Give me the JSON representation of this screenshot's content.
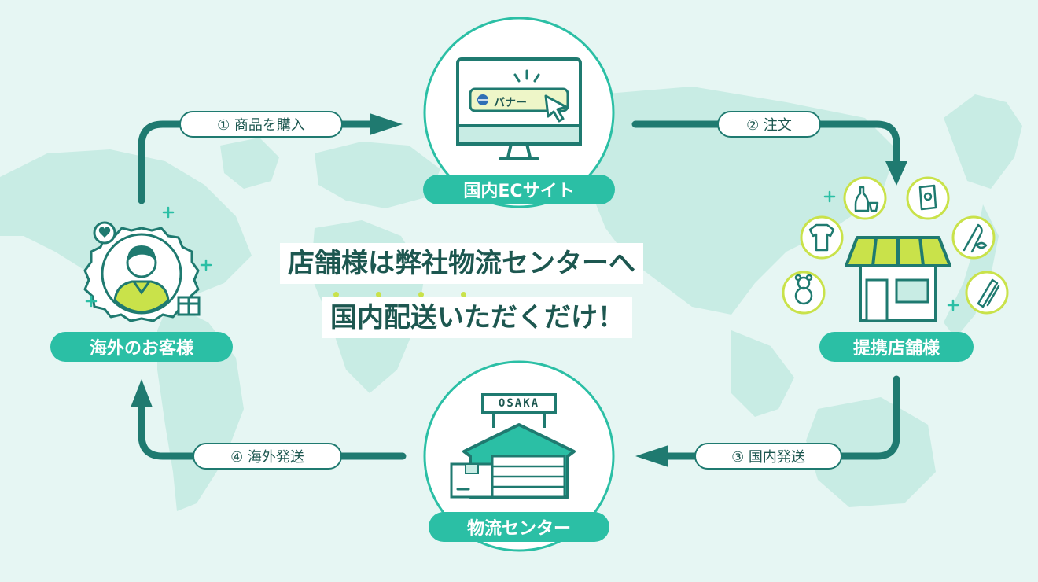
{
  "colors": {
    "background": "#e6f6f3",
    "map": "#c8ece4",
    "teal_dark": "#1f7a70",
    "teal_accent": "#2bbfa5",
    "lime": "#c9e24a",
    "lime_light": "#eef6c8",
    "white": "#ffffff"
  },
  "headline": {
    "line1": "店舗様は弊社物流センターへ",
    "line2": "国内配送いただくだけ！"
  },
  "nodes": {
    "ec_site": {
      "label": "国内ECサイト",
      "banner_text": "バナー"
    },
    "partner_stores": {
      "label": "提携店舗様"
    },
    "logistics_center": {
      "label": "物流センター",
      "sign_text": "OSAKA"
    },
    "overseas_customer": {
      "label": "海外のお客様"
    }
  },
  "steps": {
    "step1": "① 商品を購入",
    "step2": "② 注文",
    "step3": "③ 国内発送",
    "step4": "④ 海外発送"
  },
  "icons": {
    "world_map": "world-map-background",
    "monitor": "monitor-icon",
    "cursor": "cursor-icon",
    "store": "store-icon",
    "warehouse": "warehouse-icon",
    "box": "cardboard-box-icon",
    "customer": "person-icon",
    "heart": "heart-icon",
    "gift": "gift-icon",
    "sake_bottle": "sake-bottle-icon",
    "snack_bag": "snack-bag-icon",
    "fishing_rod": "fishing-rod-icon",
    "clothes": "clothes-icon",
    "teddy_bear": "teddy-bear-icon",
    "stationery": "stationery-icon",
    "sparkle": "sparkle-icon"
  }
}
